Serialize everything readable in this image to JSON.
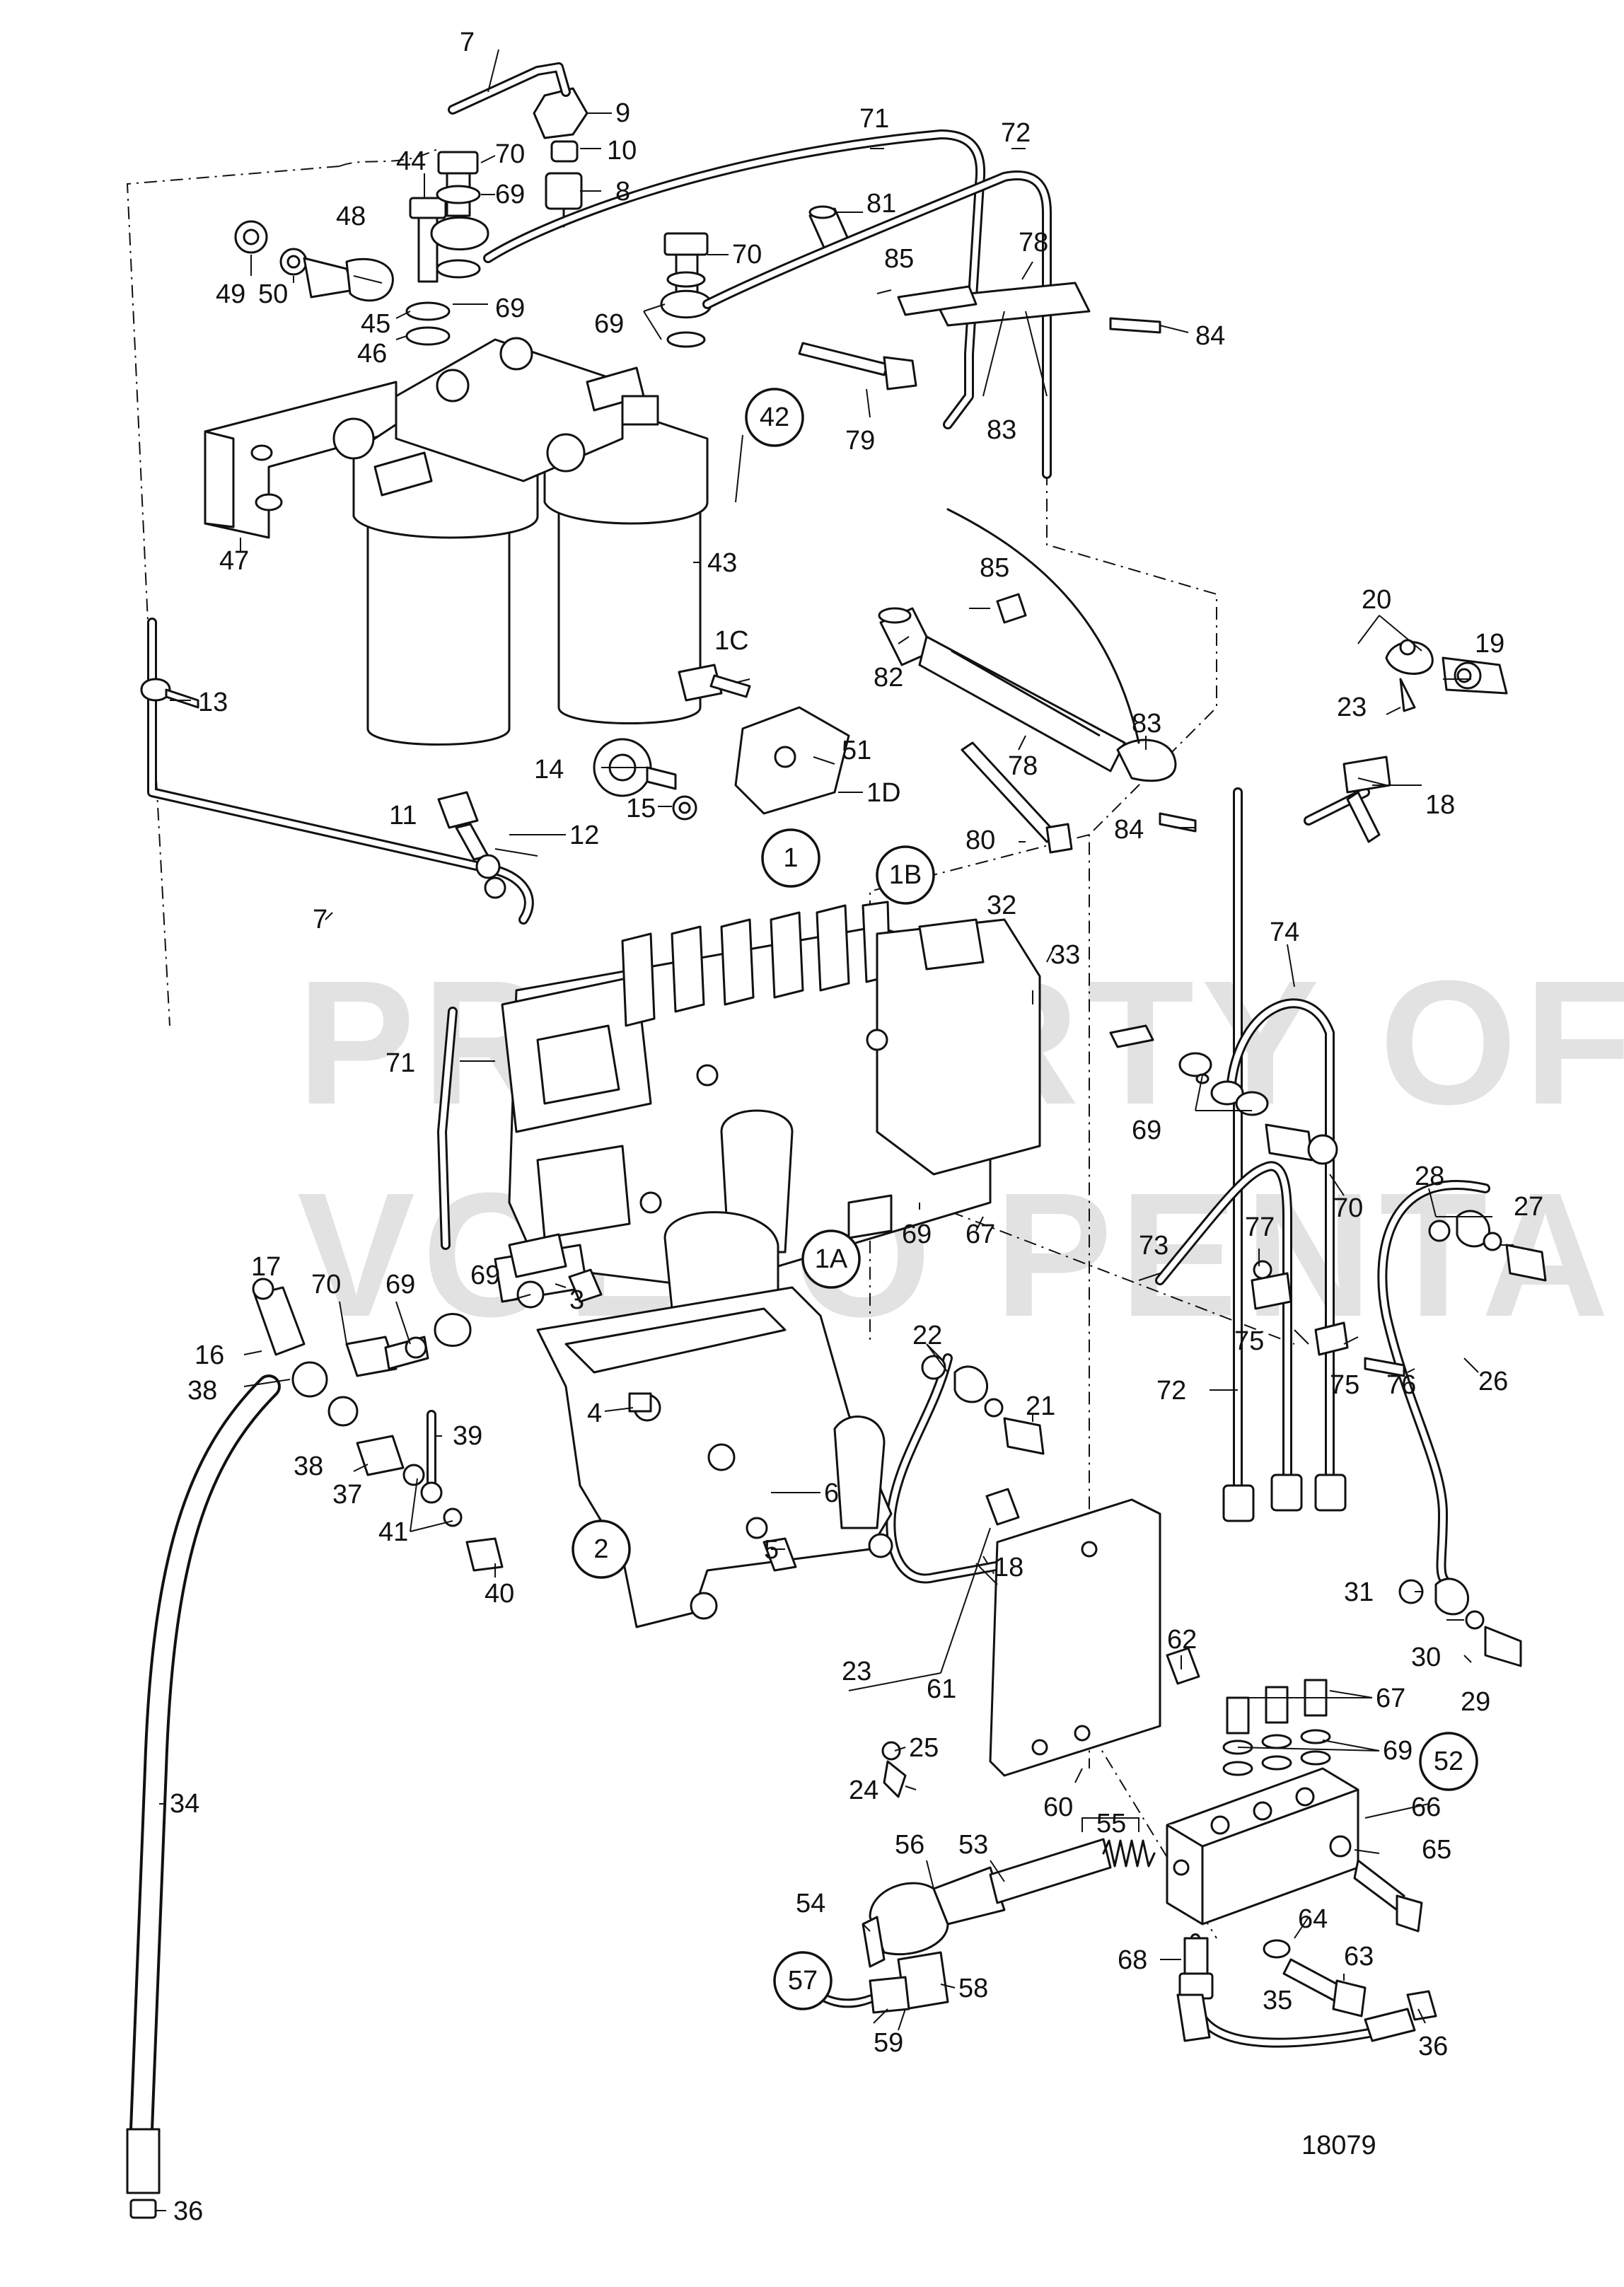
{
  "diagram": {
    "drawing_number": "18079",
    "watermark": [
      "PROPERTY OF",
      "VOLVO PENTA"
    ],
    "labels": [
      {
        "id": "7a",
        "text": "7"
      },
      {
        "id": "9",
        "text": "9"
      },
      {
        "id": "10",
        "text": "10"
      },
      {
        "id": "8",
        "text": "8"
      },
      {
        "id": "44",
        "text": "44"
      },
      {
        "id": "70a",
        "text": "70"
      },
      {
        "id": "69a",
        "text": "69"
      },
      {
        "id": "48",
        "text": "48"
      },
      {
        "id": "49",
        "text": "49"
      },
      {
        "id": "50",
        "text": "50"
      },
      {
        "id": "45",
        "text": "45"
      },
      {
        "id": "69b",
        "text": "69"
      },
      {
        "id": "46",
        "text": "46"
      },
      {
        "id": "71a",
        "text": "71"
      },
      {
        "id": "72a",
        "text": "72"
      },
      {
        "id": "81",
        "text": "81"
      },
      {
        "id": "70b",
        "text": "70"
      },
      {
        "id": "85a",
        "text": "85"
      },
      {
        "id": "78a",
        "text": "78"
      },
      {
        "id": "69c",
        "text": "69"
      },
      {
        "id": "84a",
        "text": "84"
      },
      {
        "id": "83a",
        "text": "83"
      },
      {
        "id": "79",
        "text": "79"
      },
      {
        "id": "47",
        "text": "47"
      },
      {
        "id": "43",
        "text": "43"
      },
      {
        "id": "13",
        "text": "13"
      },
      {
        "id": "1C",
        "text": "1C"
      },
      {
        "id": "85b",
        "text": "85"
      },
      {
        "id": "82",
        "text": "82"
      },
      {
        "id": "83b",
        "text": "83"
      },
      {
        "id": "78b",
        "text": "78"
      },
      {
        "id": "51",
        "text": "51"
      },
      {
        "id": "1D",
        "text": "1D"
      },
      {
        "id": "14",
        "text": "14"
      },
      {
        "id": "15",
        "text": "15"
      },
      {
        "id": "20",
        "text": "20"
      },
      {
        "id": "19",
        "text": "19"
      },
      {
        "id": "23a",
        "text": "23"
      },
      {
        "id": "18a",
        "text": "18"
      },
      {
        "id": "11",
        "text": "11"
      },
      {
        "id": "12",
        "text": "12"
      },
      {
        "id": "80",
        "text": "80"
      },
      {
        "id": "84b",
        "text": "84"
      },
      {
        "id": "7b",
        "text": "7"
      },
      {
        "id": "32",
        "text": "32"
      },
      {
        "id": "33",
        "text": "33"
      },
      {
        "id": "74",
        "text": "74"
      },
      {
        "id": "71b",
        "text": "71"
      },
      {
        "id": "69d",
        "text": "69"
      },
      {
        "id": "70c",
        "text": "70"
      },
      {
        "id": "28",
        "text": "28"
      },
      {
        "id": "27",
        "text": "27"
      },
      {
        "id": "69e",
        "text": "69"
      },
      {
        "id": "67a",
        "text": "67"
      },
      {
        "id": "73",
        "text": "73"
      },
      {
        "id": "77",
        "text": "77"
      },
      {
        "id": "17",
        "text": "17"
      },
      {
        "id": "70d",
        "text": "70"
      },
      {
        "id": "69f",
        "text": "69"
      },
      {
        "id": "69g",
        "text": "69"
      },
      {
        "id": "3",
        "text": "3"
      },
      {
        "id": "75a",
        "text": "75"
      },
      {
        "id": "75b",
        "text": "75"
      },
      {
        "id": "76",
        "text": "76"
      },
      {
        "id": "26",
        "text": "26"
      },
      {
        "id": "16",
        "text": "16"
      },
      {
        "id": "38a",
        "text": "38"
      },
      {
        "id": "22",
        "text": "22"
      },
      {
        "id": "72b",
        "text": "72"
      },
      {
        "id": "39",
        "text": "39"
      },
      {
        "id": "4",
        "text": "4"
      },
      {
        "id": "21",
        "text": "21"
      },
      {
        "id": "38b",
        "text": "38"
      },
      {
        "id": "37",
        "text": "37"
      },
      {
        "id": "6",
        "text": "6"
      },
      {
        "id": "41",
        "text": "41"
      },
      {
        "id": "5",
        "text": "5"
      },
      {
        "id": "40",
        "text": "40"
      },
      {
        "id": "18b",
        "text": "18"
      },
      {
        "id": "31",
        "text": "31"
      },
      {
        "id": "62",
        "text": "62"
      },
      {
        "id": "30",
        "text": "30"
      },
      {
        "id": "23b",
        "text": "23"
      },
      {
        "id": "61",
        "text": "61"
      },
      {
        "id": "67b",
        "text": "67"
      },
      {
        "id": "29",
        "text": "29"
      },
      {
        "id": "25",
        "text": "25"
      },
      {
        "id": "69h",
        "text": "69"
      },
      {
        "id": "24",
        "text": "24"
      },
      {
        "id": "34",
        "text": "34"
      },
      {
        "id": "60",
        "text": "60"
      },
      {
        "id": "66",
        "text": "66"
      },
      {
        "id": "56",
        "text": "56"
      },
      {
        "id": "53",
        "text": "53"
      },
      {
        "id": "55",
        "text": "55"
      },
      {
        "id": "65",
        "text": "65"
      },
      {
        "id": "54",
        "text": "54"
      },
      {
        "id": "64",
        "text": "64"
      },
      {
        "id": "63",
        "text": "63"
      },
      {
        "id": "68",
        "text": "68"
      },
      {
        "id": "58",
        "text": "58"
      },
      {
        "id": "35",
        "text": "35"
      },
      {
        "id": "36a",
        "text": "36"
      },
      {
        "id": "59",
        "text": "59"
      },
      {
        "id": "36b",
        "text": "36"
      }
    ],
    "circled_labels": [
      {
        "id": "42",
        "text": "42"
      },
      {
        "id": "1",
        "text": "1"
      },
      {
        "id": "1B",
        "text": "1B"
      },
      {
        "id": "1A",
        "text": "1A"
      },
      {
        "id": "2",
        "text": "2"
      },
      {
        "id": "52",
        "text": "52"
      },
      {
        "id": "57",
        "text": "57"
      }
    ]
  }
}
